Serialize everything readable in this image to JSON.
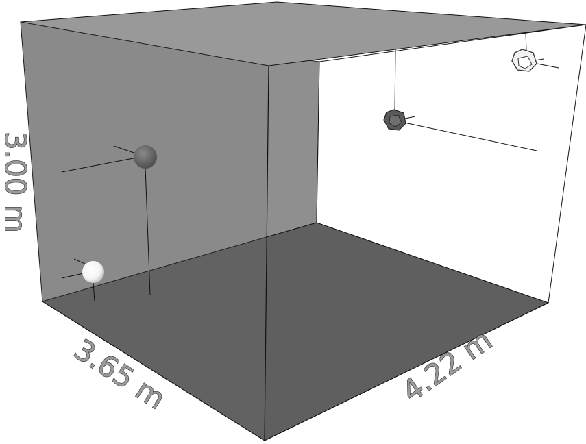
{
  "room": {
    "height_label": "3.00 m",
    "depth_label": "3.65 m",
    "width_label": "4.22 m"
  },
  "colors": {
    "ceiling": "#999999",
    "back_wall": "#8f8f8f",
    "floor": "#5f5f5f",
    "edge": "#111111",
    "right_wall": "#ffffff"
  },
  "objects": [
    {
      "name": "white-sphere",
      "shape": "sphere",
      "color": "#ffffff"
    },
    {
      "name": "gray-sphere",
      "shape": "sphere",
      "color": "#6a6a6a"
    },
    {
      "name": "dark-dodecahedron",
      "shape": "dodecahedron",
      "color": "#5a5a5a"
    },
    {
      "name": "white-dodecahedron",
      "shape": "dodecahedron",
      "color": "#f2f2f2"
    }
  ]
}
